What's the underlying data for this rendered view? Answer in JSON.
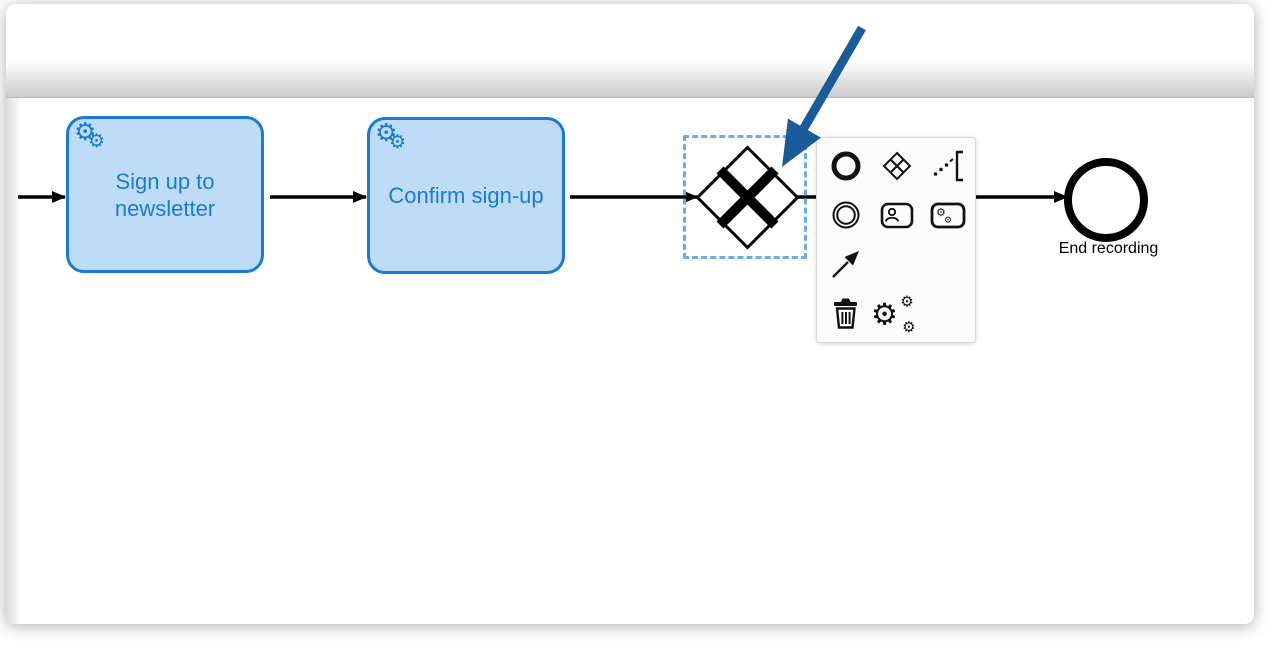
{
  "colors": {
    "task_fill": "#BEDCF8",
    "task_stroke": "#1A7AD6",
    "task_text": "#1A7AD6",
    "selection": "#63AEEF",
    "flow": "#000000",
    "pad_bg": "#FCFCFC",
    "pad_border": "#D6D6D6",
    "annotation_arrow": "#1A5C99"
  },
  "canvas": {
    "tasks": [
      {
        "label_line1": "Sign up to",
        "label_line2": "newsletter",
        "marker": "service-task-gears"
      },
      {
        "label": "Confirm sign-up",
        "marker": "service-task-gears"
      }
    ],
    "gateway": {
      "kind": "exclusive-gateway",
      "marker": "X",
      "selected": true
    },
    "end_event": {
      "label": "End recording"
    }
  },
  "context_pad": {
    "items": [
      {
        "name": "append-end-event"
      },
      {
        "name": "append-gateway"
      },
      {
        "name": "append-text-annotation"
      },
      {
        "name": "append-intermediate-event"
      },
      {
        "name": "append-user-task"
      },
      {
        "name": "append-service-task"
      },
      {
        "name": "connect-tool"
      },
      {
        "name": "delete-element"
      },
      {
        "name": "change-element-settings"
      }
    ]
  },
  "icons": {
    "gear_glyph": "⚙"
  }
}
